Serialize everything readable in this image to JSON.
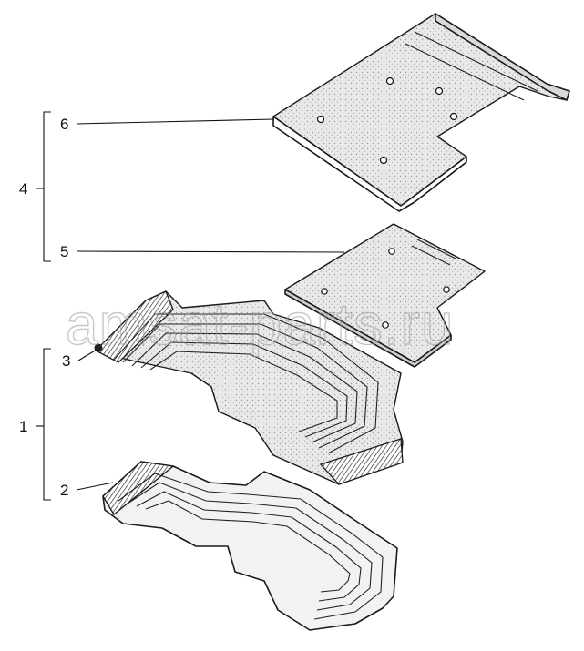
{
  "diagram": {
    "callouts": {
      "c1": "1",
      "c2": "2",
      "c3": "3",
      "c4": "4",
      "c5": "5",
      "c6": "6"
    },
    "watermark": "amsat-parts.ru"
  }
}
